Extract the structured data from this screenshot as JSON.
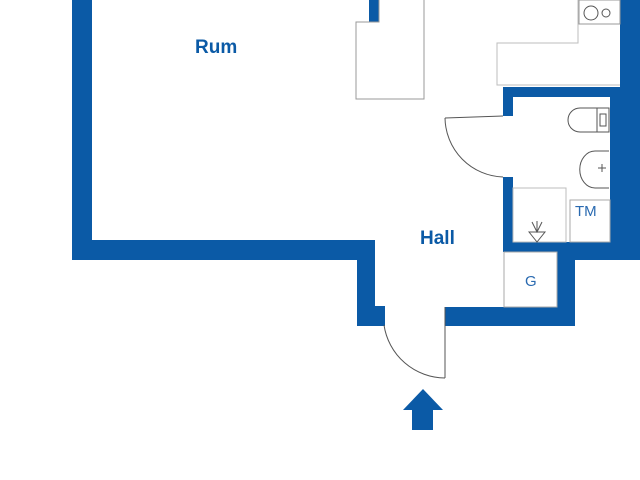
{
  "rooms": {
    "rum": "Rum",
    "hall": "Hall"
  },
  "fixtures": {
    "washer": "TM",
    "wardrobe": "G"
  },
  "colors": {
    "wall": "#0b5aa6",
    "fixture": "#bdbdbd",
    "line": "#555555"
  }
}
